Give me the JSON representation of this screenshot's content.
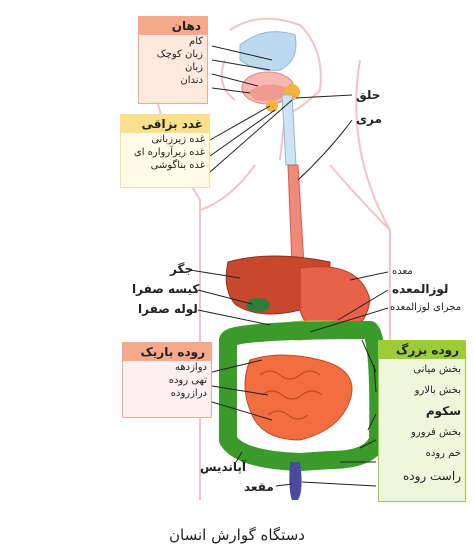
{
  "title": "دستگاه گوارش انسان",
  "colors": {
    "box_orange_bg": "#fde9dd",
    "box_orange_head": "#f5a98a",
    "box_yellow_bg": "#fffbe6",
    "box_yellow_head": "#f9e08b",
    "box_pink_bg": "#fdeef0",
    "box_pink_head": "#f5a98a",
    "box_green_bg": "#eef6dc",
    "box_green_head": "#9ccc3a",
    "esophagus": "#f08a78",
    "liver": "#c8482e",
    "stomach": "#e8624a",
    "small_intestine": "#f26d3f",
    "large_intestine": "#3a9a2a"
  },
  "mouth_box": {
    "title": "دهان",
    "items": [
      "کام",
      "زبان کوچک",
      "زبان",
      "دندان"
    ]
  },
  "salivary_box": {
    "title": "غدد بزاقی",
    "items": [
      "غده زیرزبانی",
      "غده زیرآرواره ای",
      "غده بناگوشی"
    ]
  },
  "small_intestine_box": {
    "title": "روده باریک",
    "items": [
      "دوازدهه",
      "تهی روده",
      "درازروده"
    ]
  },
  "large_intestine_box": {
    "title": "روده بزرگ",
    "items": [
      "بخش میانی",
      "بخش بالارو",
      "سکوم",
      "بخش فرورو",
      "خم روده",
      "راست روده"
    ]
  },
  "labels": {
    "pharynx": "حلق",
    "esophagus": "مری",
    "liver": "جگر",
    "gallbladder": "کیسه صفرا",
    "bile_duct": "لوله صفرا",
    "stomach": "معده",
    "pancreas": "لوزالمعده",
    "pancreatic_duct": "مجرای لوزالمعده",
    "appendix": "آپاندیس",
    "anus": "مقعد"
  }
}
